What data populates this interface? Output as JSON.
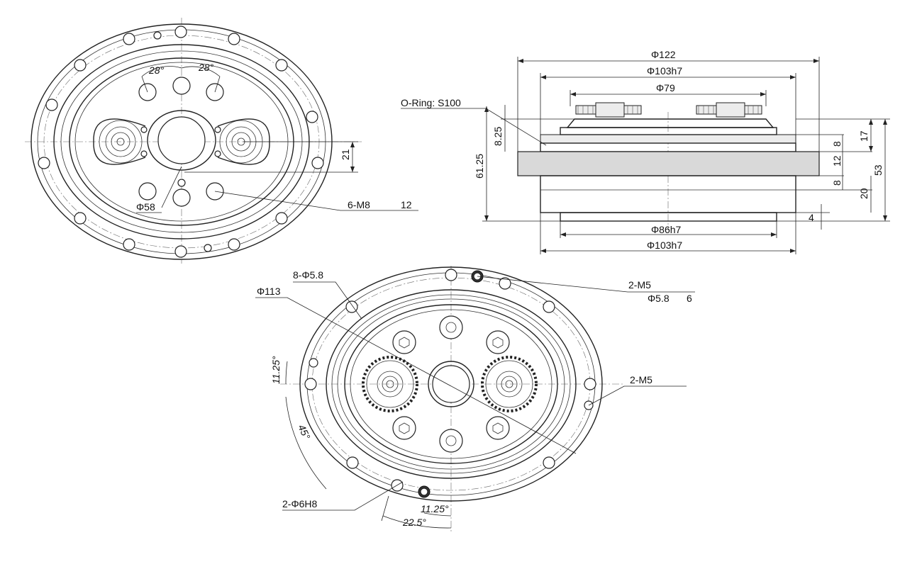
{
  "top_left_view": {
    "angle_left": "28°",
    "angle_right": "28°",
    "pcd": "Φ58",
    "tap_holes": "6-M8",
    "tap_depth": "12",
    "offset": "21"
  },
  "side_view": {
    "dia_overall": "Φ122",
    "dia_top_pilot": "Φ103h7",
    "dia_gear_span": "Φ79",
    "oring": "O-Ring: S100",
    "h_gear": "8.25",
    "h_total_left": "61.25",
    "h_17": "17",
    "h_8_upper": "8",
    "h_12": "12",
    "h_8_lower": "8",
    "h_20": "20",
    "h_53": "53",
    "h_4": "4",
    "dia_bottom_spigot": "Φ86h7",
    "dia_bottom_pilot": "Φ103h7"
  },
  "bottom_view": {
    "mount_holes": "8-Φ5.8",
    "mount_pcd": "Φ113",
    "tap_top_right": "2-M5",
    "tap_top_right_sub": "Φ5.8",
    "tap_top_right_depth": "6",
    "tap_right": "2-M5",
    "pin_holes": "2-Φ6H8",
    "angle_11_left": "11.25°",
    "angle_45": "45°",
    "angle_11_bottom": "11.25°",
    "angle_22": "22.5°"
  }
}
